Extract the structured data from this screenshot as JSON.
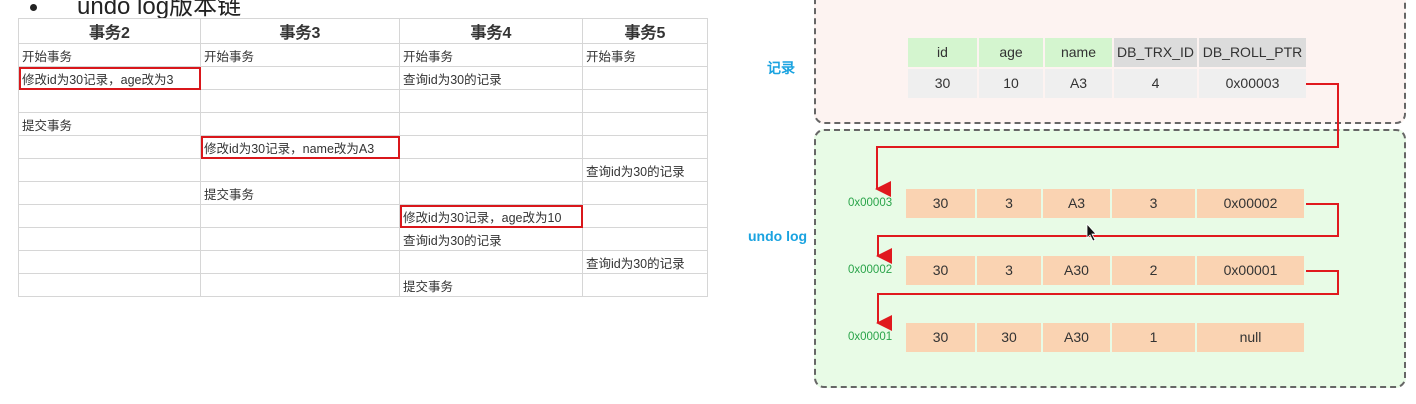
{
  "title": "undo log版本链",
  "transactions": {
    "headers": [
      "事务2",
      "事务3",
      "事务4",
      "事务5"
    ],
    "rows": [
      [
        "开始事务",
        "开始事务",
        "开始事务",
        "开始事务"
      ],
      [
        "修改id为30记录，age改为3",
        "",
        "查询id为30的记录",
        ""
      ],
      [
        "",
        "",
        "",
        ""
      ],
      [
        "提交事务",
        "",
        "",
        ""
      ],
      [
        "",
        "修改id为30记录，name改为A3",
        "",
        ""
      ],
      [
        "",
        "",
        "",
        "查询id为30的记录"
      ],
      [
        "",
        "提交事务",
        "",
        ""
      ],
      [
        "",
        "",
        "修改id为30记录，age改为10",
        ""
      ],
      [
        "",
        "",
        "查询id为30的记录",
        ""
      ],
      [
        "",
        "",
        "",
        "查询id为30的记录"
      ],
      [
        "",
        "",
        "提交事务",
        ""
      ]
    ]
  },
  "diagram": {
    "record_label": "记录",
    "undo_label": "undo log",
    "columns": [
      "id",
      "age",
      "name",
      "DB_TRX_ID",
      "DB_ROLL_PTR"
    ],
    "record": [
      "30",
      "10",
      "A3",
      "4",
      "0x00003"
    ],
    "undo_rows": [
      {
        "addr": "0x00003",
        "values": [
          "30",
          "3",
          "A3",
          "3",
          "0x00002"
        ]
      },
      {
        "addr": "0x00002",
        "values": [
          "30",
          "3",
          "A30",
          "2",
          "0x00001"
        ]
      },
      {
        "addr": "0x00001",
        "values": [
          "30",
          "30",
          "A30",
          "1",
          "null"
        ]
      }
    ],
    "colors": {
      "arrow": "#e0191e",
      "record_bg": "#fdf3f1",
      "undo_bg": "#e8fbe6",
      "label": "#1aa3e0",
      "addr": "#2aa44a"
    }
  }
}
